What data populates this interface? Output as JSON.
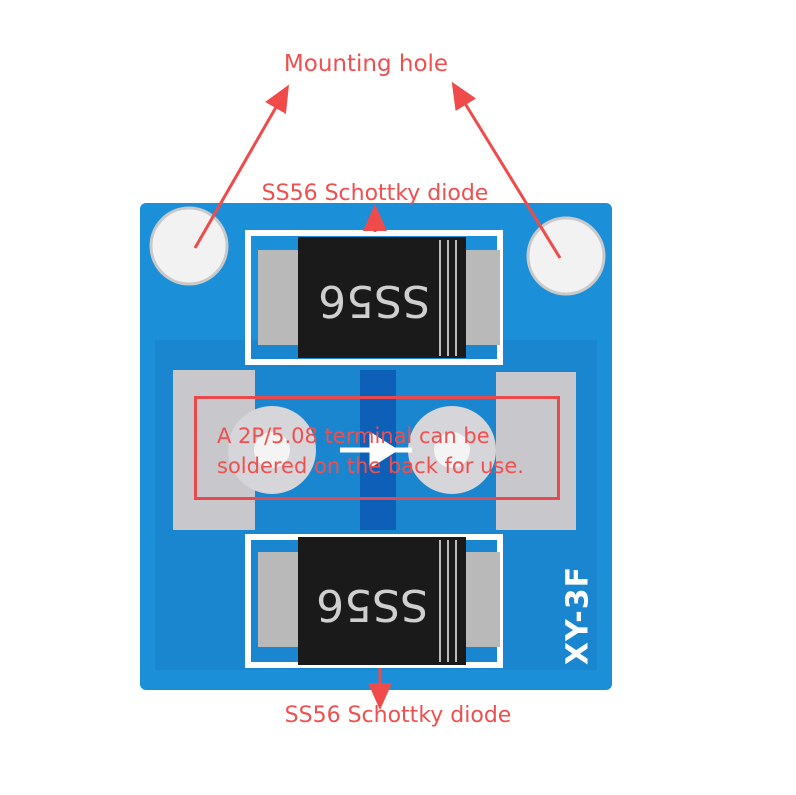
{
  "annotations": {
    "mounting_hole": "Mounting hole",
    "top_diode": "SS56 Schottky diode",
    "bottom_diode": "SS56 Schottky diode",
    "terminal_note_line1": "A 2P/5.08 terminal can be",
    "terminal_note_line2": "soldered on the back for use."
  },
  "board": {
    "silkscreen": "XY-3F",
    "diode_marking": "SS56"
  },
  "colors": {
    "annotation": "#f04f4f",
    "board": "#1b8fd8"
  }
}
